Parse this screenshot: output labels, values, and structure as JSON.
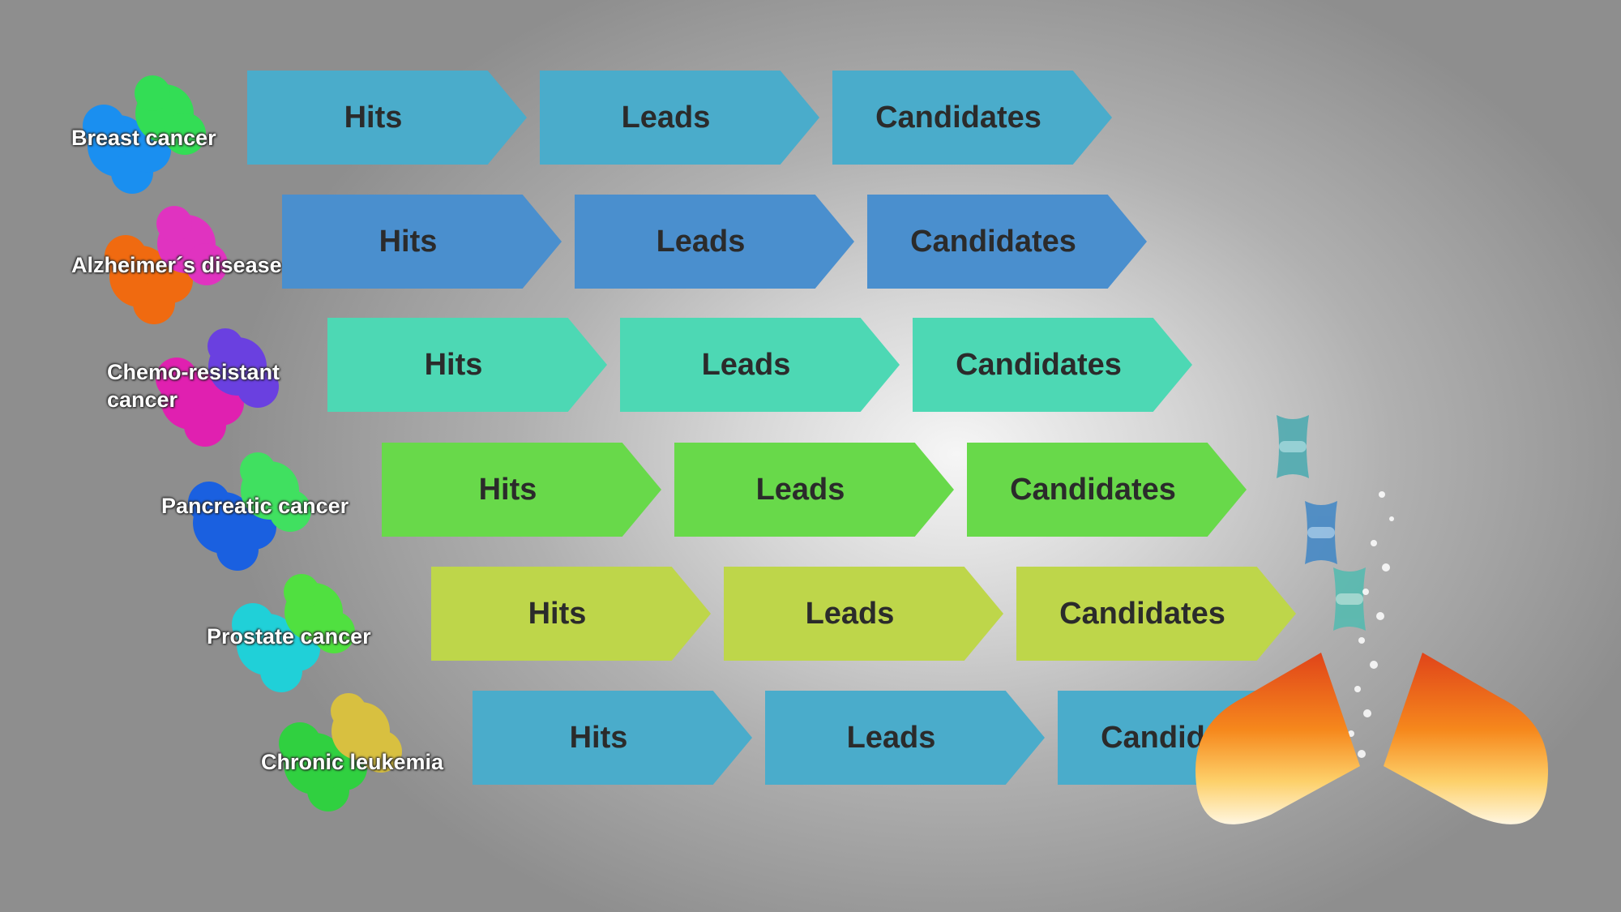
{
  "stages": [
    "Hits",
    "Leads",
    "Candidates"
  ],
  "rows": [
    {
      "label": "Breast cancer",
      "color": "#4aaccb",
      "protein_colors": [
        "#1a8ff0",
        "#33dd55"
      ]
    },
    {
      "label": "Alzheimer´s disease",
      "color": "#4a8fce",
      "protein_colors": [
        "#f06a10",
        "#e033c0"
      ]
    },
    {
      "label": "Chemo-resistant\ncancer",
      "color": "#4dd8b4",
      "protein_colors": [
        "#e020b0",
        "#6a40e0"
      ]
    },
    {
      "label": "Pancreatic cancer",
      "color": "#68d94a",
      "protein_colors": [
        "#1a60e0",
        "#40e060"
      ]
    },
    {
      "label": "Prostate cancer",
      "color": "#bed64a",
      "protein_colors": [
        "#20d0d8",
        "#50e040"
      ]
    },
    {
      "label": "Chronic leukemia",
      "color": "#4aaccb",
      "protein_colors": [
        "#30d040",
        "#d8c040"
      ]
    }
  ]
}
